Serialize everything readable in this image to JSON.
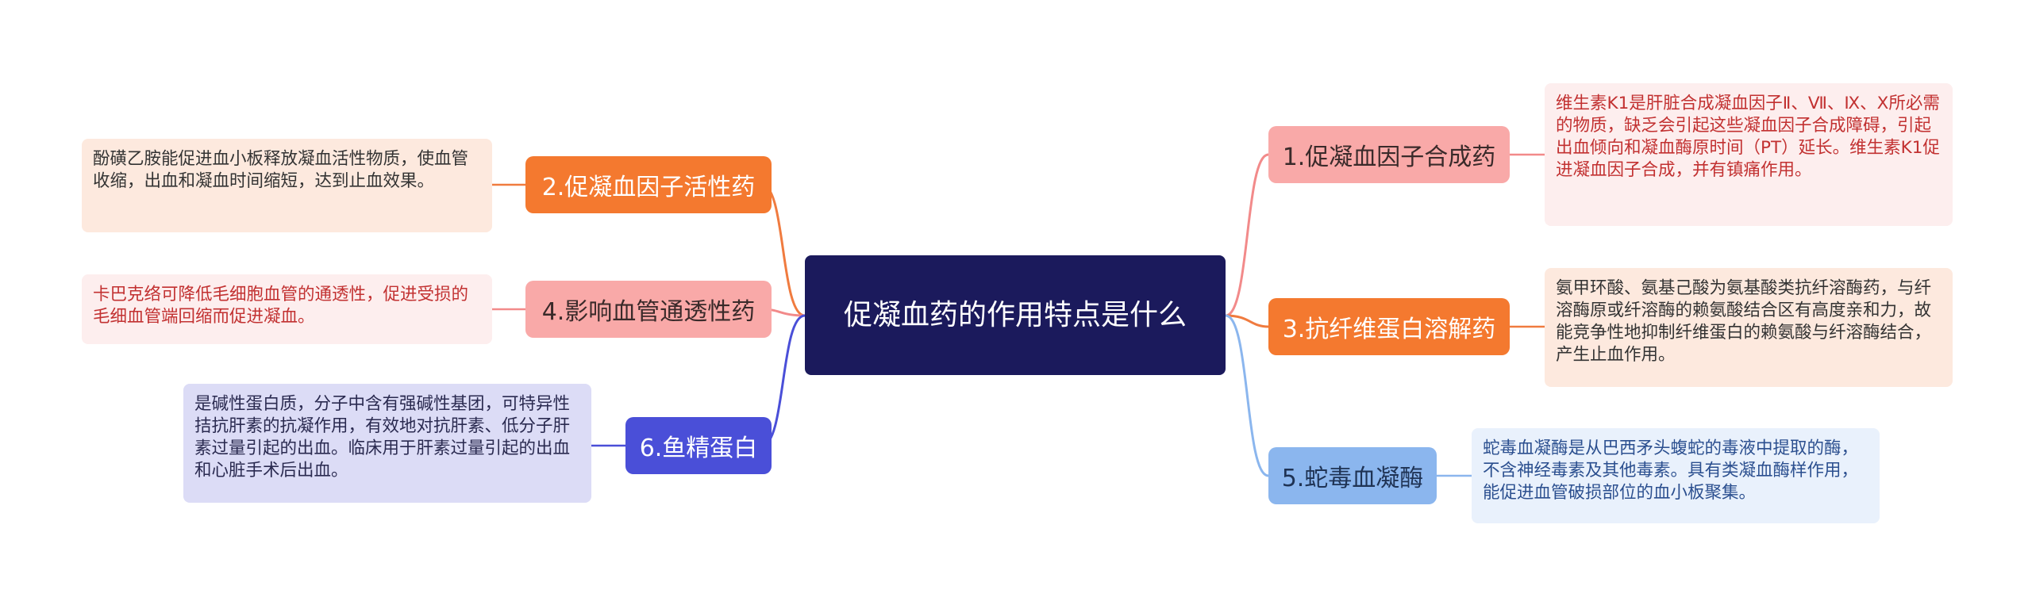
{
  "root": {
    "title": "促凝血药的作用特点是什么"
  },
  "branches": [
    {
      "label": "1.促凝血因子合成药",
      "desc": "维生素K1是肝脏合成凝血因子Ⅱ、Ⅶ、Ⅸ、Ⅹ所必需的物质，缺乏会引起这些凝血因子合成障碍，引起出血倾向和凝血酶原时间（PT）延长。维生素K1促进凝血因子合成，并有镇痛作用。"
    },
    {
      "label": "2.促凝血因子活性药",
      "desc": "酚磺乙胺能促进血小板释放凝血活性物质，使血管收缩，出血和凝血时间缩短，达到止血效果。"
    },
    {
      "label": "3.抗纤维蛋白溶解药",
      "desc": "氨甲环酸、氨基己酸为氨基酸类抗纤溶酶药，与纤溶酶原或纤溶酶的赖氨酸结合区有高度亲和力，故能竞争性地抑制纤维蛋白的赖氨酸与纤溶酶结合，产生止血作用。"
    },
    {
      "label": "4.影响血管通透性药",
      "desc": "卡巴克络可降低毛细胞血管的通透性，促进受损的毛细血管端回缩而促进凝血。"
    },
    {
      "label": "5.蛇毒血凝酶",
      "desc": "蛇毒血凝酶是从巴西矛头蝮蛇的毒液中提取的酶，不含神经毒素及其他毒素。具有类凝血酶样作用，能促进血管破损部位的血小板聚集。"
    },
    {
      "label": "6.鱼精蛋白",
      "desc": "是碱性蛋白质，分子中含有强碱性基团，可特异性拮抗肝素的抗凝作用，有效地对抗肝素、低分子肝素过量引起的出血。临床用于肝素过量引起的出血和心脏手术后出血。"
    }
  ]
}
